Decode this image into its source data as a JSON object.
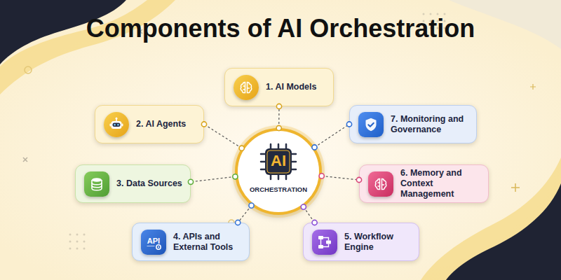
{
  "diagram": {
    "title": "Components of AI Orchestration",
    "nodes": [
      {
        "text": [
          "1. AI Models"
        ]
      },
      {
        "text": [
          "2. AI Agents"
        ]
      },
      {
        "text": [
          "3. Data Sources"
        ]
      },
      {
        "text": [
          "4. APIs and External Tools"
        ]
      },
      {
        "text": [
          "5. Workflow Engine"
        ]
      },
      {
        "text": [
          "6. Memory and Context Management"
        ]
      },
      {
        "text": [
          "7. Monitoring and Governance"
        ]
      },
      {
        "text": [
          "AI",
          "ORCHESTRATION"
        ]
      }
    ],
    "edges": [
      {
        "from": 7,
        "to": 0,
        "arrow": "none"
      },
      {
        "from": 7,
        "to": 1,
        "arrow": "none"
      },
      {
        "from": 7,
        "to": 2,
        "arrow": "none"
      },
      {
        "from": 7,
        "to": 3,
        "arrow": "none"
      },
      {
        "from": 7,
        "to": 4,
        "arrow": "none"
      },
      {
        "from": 7,
        "to": 5,
        "arrow": "none"
      },
      {
        "from": 7,
        "to": 6,
        "arrow": "none"
      }
    ],
    "labels": [
      "API"
    ]
  }
}
